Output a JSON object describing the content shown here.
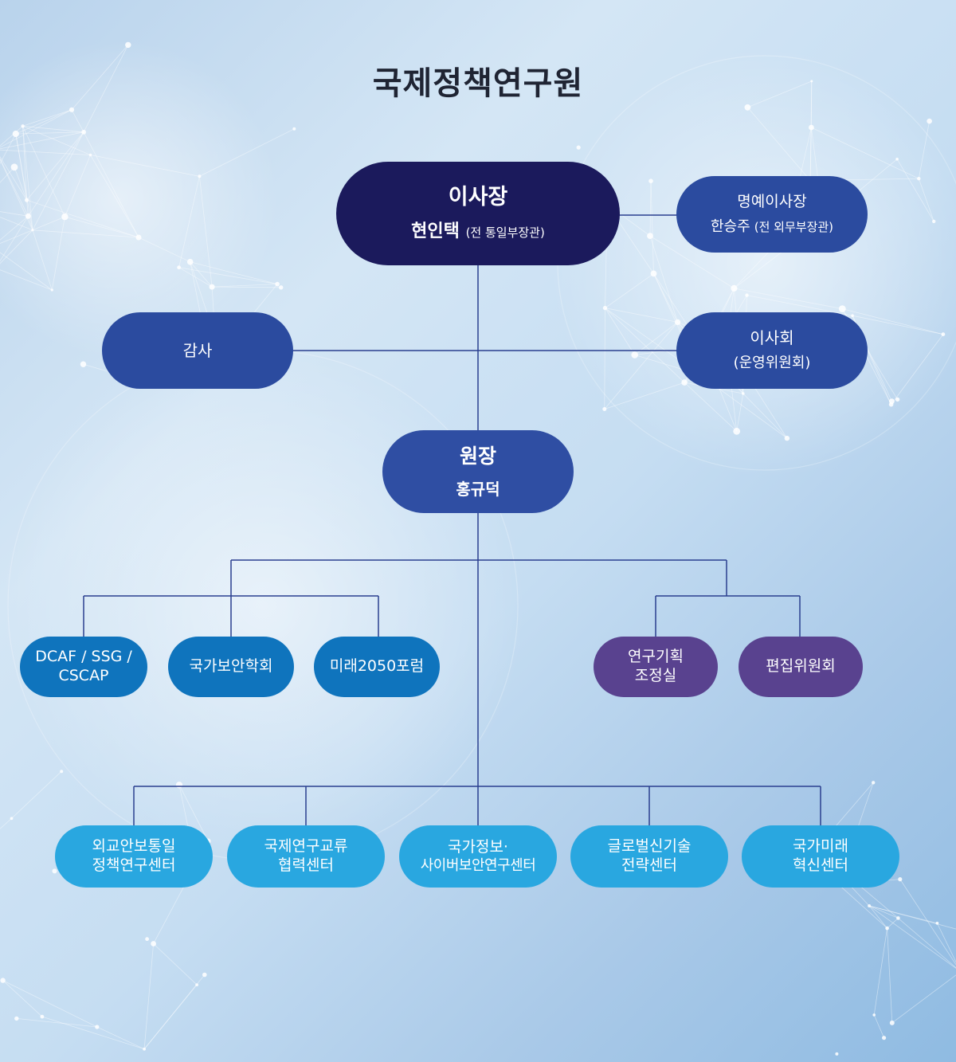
{
  "title": "국제정책연구원",
  "chairman": {
    "role": "이사장",
    "name": "현인택",
    "note": "(전 통일부장관)"
  },
  "honorary_chairman": {
    "role": "명예이사장",
    "name": "한승주",
    "note": "(전 외무부장관)"
  },
  "auditor": {
    "label": "감사"
  },
  "board": {
    "line1": "이사회",
    "line2": "(운영위원회)"
  },
  "director": {
    "role": "원장",
    "name": "홍규덕"
  },
  "left_units": [
    {
      "line1": "DCAF / SSG /",
      "line2": "CSCAP"
    },
    {
      "label": "국가보안학회"
    },
    {
      "label": "미래2050포럼"
    }
  ],
  "right_units": [
    {
      "line1": "연구기획",
      "line2": "조정실"
    },
    {
      "label": "편집위원회"
    }
  ],
  "centers": [
    {
      "line1": "외교안보통일",
      "line2": "정책연구센터"
    },
    {
      "line1": "국제연구교류",
      "line2": "협력센터"
    },
    {
      "line1": "국가정보·",
      "line2": "사이버보안연구센터"
    },
    {
      "line1": "글로벌신기술",
      "line2": "전략센터"
    },
    {
      "line1": "국가미래",
      "line2": "혁신센터"
    }
  ],
  "colors": {
    "chairman": "#1b1a5c",
    "upper_nodes": "#2b4b9f",
    "director": "#2f4ea3",
    "left_units": "#0f74bd",
    "right_units": "#59428f",
    "centers": "#29a7e0",
    "connector": "#2a3f8f"
  }
}
